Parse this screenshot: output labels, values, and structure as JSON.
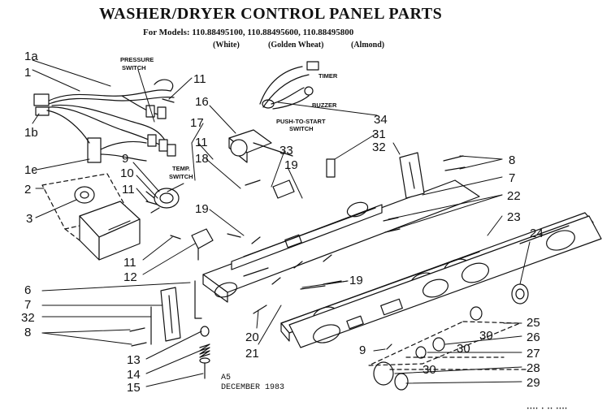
{
  "title": "WASHER/DRYER CONTROL PANEL PARTS",
  "models_line": "For Models: 110.88495100, 110.88495600, 110.88495800",
  "colors": [
    "(White)",
    "(Golden Wheat)",
    "(Almond)"
  ],
  "component_labels": {
    "pressure_switch": [
      "PRESSURE",
      "SWITCH"
    ],
    "timer": "TIMER",
    "buzzer": "BUZZER",
    "push_to_start_switch": [
      "PUSH-TO-START",
      "SWITCH"
    ],
    "temp_switch": [
      "TEMP.",
      "SWITCH"
    ]
  },
  "callouts": {
    "c1a": "1a",
    "c1": "1",
    "c1b": "1b",
    "c1c": "1c",
    "c2": "2",
    "c3": "3",
    "c11_top": "11",
    "c16": "16",
    "c17": "17",
    "c11_mid": "11",
    "c18": "18",
    "c9_left": "9",
    "c10": "10",
    "c11_left": "11",
    "c34": "34",
    "c31": "31",
    "c33": "33",
    "c19_top": "19",
    "c32_right": "32",
    "c8_right": "8",
    "c7_right": "7",
    "c22": "22",
    "c23": "23",
    "c24": "24",
    "c19_left": "19",
    "c11_low": "11",
    "c12": "12",
    "c6": "6",
    "c7_left": "7",
    "c32_left": "32",
    "c8_left": "8",
    "c13": "13",
    "c14": "14",
    "c15": "15",
    "c20": "20",
    "c21": "21",
    "c19_low": "19",
    "c25": "25",
    "c30_a": "30",
    "c26": "26",
    "c30_b": "30",
    "c27": "27",
    "c9_low": "9",
    "c30_c": "30",
    "c28": "28",
    "c29": "29"
  },
  "footer": {
    "code": "A5",
    "date": "DECEMBER 1983",
    "corner_mark": "•••• • •• ••••"
  }
}
